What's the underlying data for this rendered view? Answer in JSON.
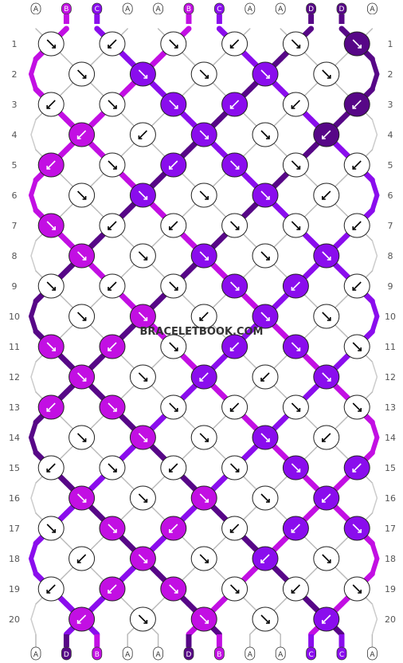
{
  "watermark": "BRACELETBOOK.COM",
  "colors": {
    "A": "#ffffff",
    "B": "#c20fe3",
    "C": "#8a0ded",
    "D": "#570787"
  },
  "start_strands": [
    "A",
    "B",
    "C",
    "A",
    "A",
    "B",
    "C",
    "A",
    "A",
    "D",
    "D",
    "A"
  ],
  "end_strands": [
    "A",
    "D",
    "B",
    "A",
    "A",
    "D",
    "B",
    "A",
    "A",
    "C",
    "C",
    "A"
  ],
  "row_labels": [
    "1",
    "2",
    "3",
    "4",
    "5",
    "6",
    "7",
    "8",
    "9",
    "10",
    "11",
    "12",
    "13",
    "14",
    "15",
    "16",
    "17",
    "18",
    "19",
    "20"
  ],
  "knots": [
    [
      {
        "c": "A",
        "d": "se"
      },
      {
        "c": "A",
        "d": "sw"
      },
      {
        "c": "A",
        "d": "se"
      },
      {
        "c": "A",
        "d": "sw"
      },
      {
        "c": "A",
        "d": "se"
      },
      {
        "c": "D",
        "d": "se"
      }
    ],
    [
      {
        "c": "A",
        "d": "se"
      },
      {
        "c": "C",
        "d": "se"
      },
      {
        "c": "A",
        "d": "se"
      },
      {
        "c": "C",
        "d": "se"
      },
      {
        "c": "A",
        "d": "se"
      }
    ],
    [
      {
        "c": "A",
        "d": "sw"
      },
      {
        "c": "A",
        "d": "se"
      },
      {
        "c": "C",
        "d": "se"
      },
      {
        "c": "C",
        "d": "sw"
      },
      {
        "c": "A",
        "d": "sw"
      },
      {
        "c": "D",
        "d": "sw"
      }
    ],
    [
      {
        "c": "B",
        "d": "sw"
      },
      {
        "c": "A",
        "d": "sw"
      },
      {
        "c": "C",
        "d": "se"
      },
      {
        "c": "A",
        "d": "se"
      },
      {
        "c": "D",
        "d": "sw"
      }
    ],
    [
      {
        "c": "B",
        "d": "sw"
      },
      {
        "c": "A",
        "d": "se"
      },
      {
        "c": "C",
        "d": "sw"
      },
      {
        "c": "C",
        "d": "se"
      },
      {
        "c": "A",
        "d": "se"
      },
      {
        "c": "A",
        "d": "sw"
      }
    ],
    [
      {
        "c": "A",
        "d": "se"
      },
      {
        "c": "C",
        "d": "se"
      },
      {
        "c": "A",
        "d": "se"
      },
      {
        "c": "C",
        "d": "se"
      },
      {
        "c": "A",
        "d": "sw"
      }
    ],
    [
      {
        "c": "B",
        "d": "se"
      },
      {
        "c": "A",
        "d": "sw"
      },
      {
        "c": "A",
        "d": "sw"
      },
      {
        "c": "A",
        "d": "se"
      },
      {
        "c": "A",
        "d": "se"
      },
      {
        "c": "A",
        "d": "sw"
      }
    ],
    [
      {
        "c": "B",
        "d": "se"
      },
      {
        "c": "A",
        "d": "se"
      },
      {
        "c": "C",
        "d": "se"
      },
      {
        "c": "A",
        "d": "se"
      },
      {
        "c": "C",
        "d": "se"
      }
    ],
    [
      {
        "c": "A",
        "d": "se"
      },
      {
        "c": "A",
        "d": "sw"
      },
      {
        "c": "A",
        "d": "se"
      },
      {
        "c": "C",
        "d": "se"
      },
      {
        "c": "C",
        "d": "sw"
      },
      {
        "c": "A",
        "d": "sw"
      }
    ],
    [
      {
        "c": "A",
        "d": "se"
      },
      {
        "c": "B",
        "d": "se"
      },
      {
        "c": "A",
        "d": "sw"
      },
      {
        "c": "C",
        "d": "se"
      },
      {
        "c": "A",
        "d": "se"
      }
    ],
    [
      {
        "c": "B",
        "d": "se"
      },
      {
        "c": "B",
        "d": "sw"
      },
      {
        "c": "A",
        "d": "se"
      },
      {
        "c": "C",
        "d": "sw"
      },
      {
        "c": "C",
        "d": "se"
      },
      {
        "c": "A",
        "d": "se"
      }
    ],
    [
      {
        "c": "B",
        "d": "se"
      },
      {
        "c": "A",
        "d": "se"
      },
      {
        "c": "C",
        "d": "sw"
      },
      {
        "c": "A",
        "d": "sw"
      },
      {
        "c": "C",
        "d": "se"
      }
    ],
    [
      {
        "c": "B",
        "d": "sw"
      },
      {
        "c": "B",
        "d": "se"
      },
      {
        "c": "A",
        "d": "se"
      },
      {
        "c": "A",
        "d": "sw"
      },
      {
        "c": "A",
        "d": "se"
      },
      {
        "c": "A",
        "d": "se"
      }
    ],
    [
      {
        "c": "A",
        "d": "se"
      },
      {
        "c": "B",
        "d": "se"
      },
      {
        "c": "A",
        "d": "se"
      },
      {
        "c": "C",
        "d": "se"
      },
      {
        "c": "A",
        "d": "sw"
      }
    ],
    [
      {
        "c": "A",
        "d": "sw"
      },
      {
        "c": "A",
        "d": "se"
      },
      {
        "c": "A",
        "d": "sw"
      },
      {
        "c": "A",
        "d": "se"
      },
      {
        "c": "C",
        "d": "se"
      },
      {
        "c": "C",
        "d": "sw"
      }
    ],
    [
      {
        "c": "B",
        "d": "se"
      },
      {
        "c": "A",
        "d": "se"
      },
      {
        "c": "B",
        "d": "se"
      },
      {
        "c": "A",
        "d": "se"
      },
      {
        "c": "C",
        "d": "sw"
      }
    ],
    [
      {
        "c": "A",
        "d": "se"
      },
      {
        "c": "B",
        "d": "se"
      },
      {
        "c": "B",
        "d": "sw"
      },
      {
        "c": "A",
        "d": "sw"
      },
      {
        "c": "C",
        "d": "sw"
      },
      {
        "c": "C",
        "d": "se"
      }
    ],
    [
      {
        "c": "A",
        "d": "sw"
      },
      {
        "c": "B",
        "d": "se"
      },
      {
        "c": "A",
        "d": "se"
      },
      {
        "c": "C",
        "d": "sw"
      },
      {
        "c": "A",
        "d": "se"
      }
    ],
    [
      {
        "c": "A",
        "d": "sw"
      },
      {
        "c": "B",
        "d": "sw"
      },
      {
        "c": "B",
        "d": "se"
      },
      {
        "c": "A",
        "d": "se"
      },
      {
        "c": "A",
        "d": "sw"
      },
      {
        "c": "A",
        "d": "se"
      }
    ],
    [
      {
        "c": "B",
        "d": "sw"
      },
      {
        "c": "A",
        "d": "se"
      },
      {
        "c": "B",
        "d": "se"
      },
      {
        "c": "A",
        "d": "se"
      },
      {
        "c": "C",
        "d": "sw"
      }
    ]
  ]
}
